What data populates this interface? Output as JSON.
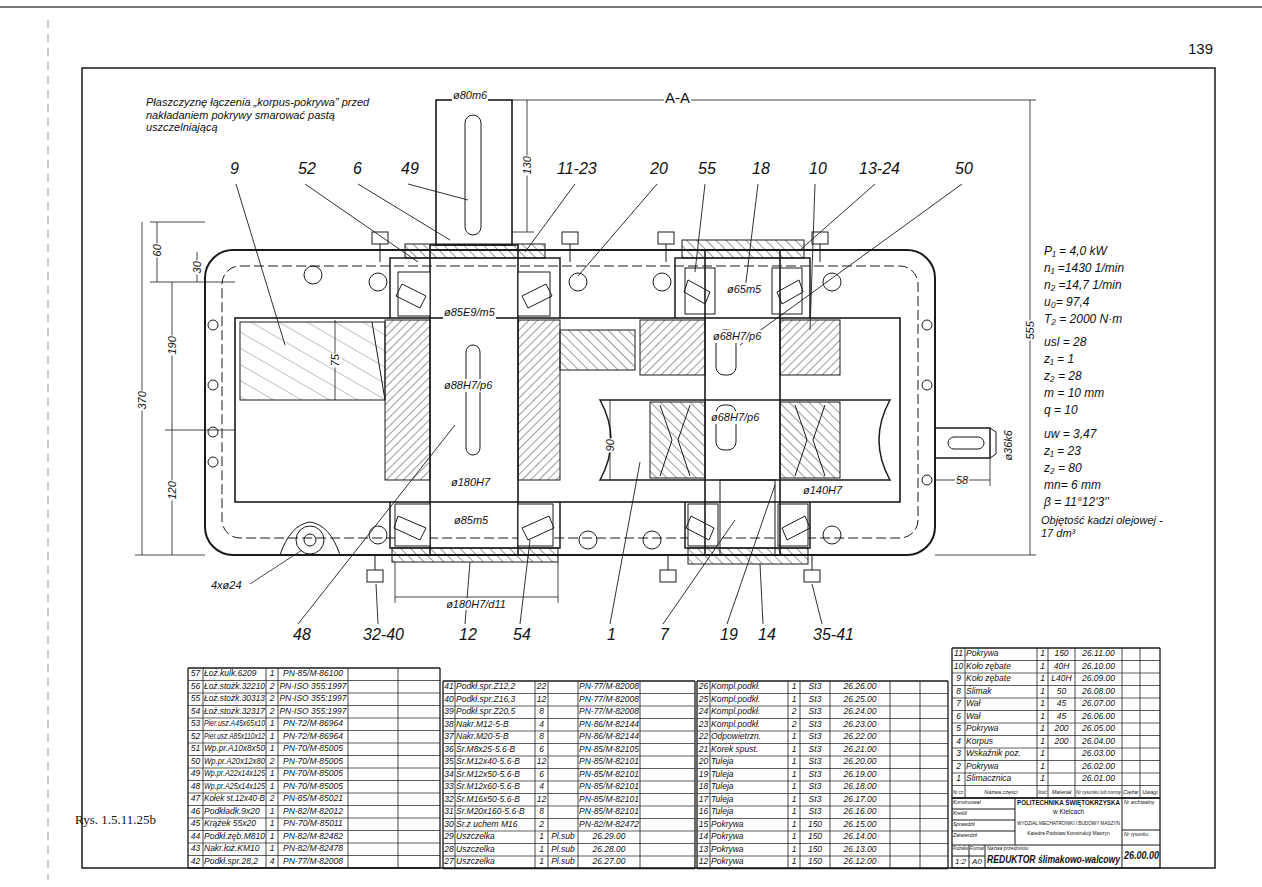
{
  "diagram": {
    "labels": [
      "139",
      "Płaszczyznę łączenia „korpus-pokrywa” przed nakładaniem pokrywy smarować pastą uszczelniającą",
      "A-A",
      "ø80m6",
      "130",
      "9",
      "52",
      "6",
      "49",
      "11-23",
      "20",
      "55",
      "18",
      "10",
      "13-24",
      "50",
      "60",
      "30",
      "190",
      "370",
      "120",
      "75",
      "555",
      "ø85E9/m5",
      "ø65m5",
      "ø68H7/p6",
      "ø88H7/p6",
      "ø68H7/p6",
      "90",
      "ø180H7",
      "ø140H7",
      "ø85m5",
      "58",
      "ø36k6",
      "4xø24",
      "ø180H7/d11",
      "48",
      "32-40",
      "12",
      "54",
      "1",
      "7",
      "19",
      "14",
      "35-41",
      "P₁ = 4,0  kW",
      "n₁ =1430 1/min",
      "n₂ =14,7 1/min",
      "u₀= 97,4",
      "T₂ = 2000 N·m",
      "usl = 28",
      "z₁ = 1",
      "z₂ = 28",
      "m = 10 mm",
      "q = 10",
      "uw = 3,47",
      "z₁ = 23",
      "z₂ = 80",
      "mn= 6 mm",
      "β = 11°12'3''",
      "Objętość kadzi olejowej - 17 dm³",
      "Rys. 1.5.11.25b",
      "57",
      "Łoż.kulk.6209",
      "1",
      "PN-85/M-86100",
      "56",
      "Łoż.stożk.32210",
      "2",
      "PN-ISO 355:1997",
      "55",
      "Łoż.stożk.30313",
      "2",
      "PN-ISO 355:1997",
      "54",
      "Łoż.stożk.32317",
      "2",
      "PN-ISO 355:1997",
      "53",
      "Pier.usz.A45x65x10",
      "1",
      "PN-72/M-86964",
      "52",
      "Pier.usz.A85x110x12",
      "1",
      "PN-72/M-86964",
      "51",
      "Wp.pr.A10x8x50",
      "1",
      "PN-70/M-85005",
      "50",
      "Wp.pr.A20x12x80",
      "2",
      "PN-70/M-85005",
      "49",
      "Wp.pr.A22x14x125",
      "1",
      "PN-70/M-85005",
      "48",
      "Wp.pr.A25x14x125",
      "1",
      "PN-70/M-85005",
      "47",
      "Kołek st.12x40-B",
      "2",
      "PN-85/M-85021",
      "46",
      "Podkładk.9x20",
      "1",
      "PN-82/M-82012",
      "45",
      "Krążek 55x20",
      "1",
      "PN-70/M-85011",
      "44",
      "Podkł.zęb.M810",
      "1",
      "PN-82/M-82482",
      "43",
      "Nakr.łoż.KM10",
      "1",
      "PN-82/M-82478",
      "42",
      "Podkł.spr.28,2",
      "4",
      "PN-77/M-82008",
      "41",
      "Podkł.spr.Z12,2",
      "22",
      "PN-77/M-82008",
      "40",
      "Podkł.spr.Z16,3",
      "12",
      "PN-77/M-82008",
      "39",
      "Podkł.spr.Z20,5",
      "8",
      "PN-77/M-82008",
      "38",
      "Nakr.M12-5-B",
      "4",
      "PN-86/M-82144",
      "37",
      "Nakr.M20-5-B",
      "8",
      "PN-86/M-82144",
      "36",
      "Śr.M8x25-5.6-B",
      "6",
      "PN-85/M-82105",
      "35",
      "Śr.M12x40-5.6-B",
      "12",
      "PN-85/M-82101",
      "34",
      "Śr.M12x50-5.6-B",
      "6",
      "PN-85/M-82101",
      "33",
      "Śr.M12x60-5.6-B",
      "4",
      "PN-85/M-82101",
      "32",
      "Śr.M16x50-5.6-B",
      "12",
      "PN-85/M-82101",
      "31",
      "Śr.M20x160-5.6-B",
      "8",
      "PN-85/M-82101",
      "30",
      "Śr.z uchem M16",
      "2",
      "PN-82/M-82472",
      "29",
      "Uszczelka",
      "1",
      "Pl.sub",
      "26.29.00",
      "28",
      "Uszczelka",
      "1",
      "Pl.sub",
      "26.28.00",
      "27",
      "Uszczelka",
      "1",
      "Pl.sub",
      "26.27.00",
      "26",
      "Kompl.podkł.",
      "1",
      "St3",
      "26.26.00",
      "25",
      "Kompl.podkł.",
      "1",
      "St3",
      "26.25.00",
      "24",
      "Kompl.podkł.",
      "2",
      "St3",
      "26.24.00",
      "23",
      "Kompl.podkł.",
      "2",
      "St3",
      "26.23.00",
      "22",
      "Odpowietrzn.",
      "1",
      "St3",
      "26.22.00",
      "21",
      "Korek spust.",
      "1",
      "St3",
      "26.21.00",
      "20",
      "Tuleja",
      "1",
      "St3",
      "26.20.00",
      "19",
      "Tuleja",
      "1",
      "St3",
      "26.19.00",
      "18",
      "Tuleja",
      "1",
      "St3",
      "26.18.00",
      "17",
      "Tuleja",
      "1",
      "St3",
      "26.17.00",
      "16",
      "Tuleja",
      "1",
      "St3",
      "26.16.00",
      "15",
      "Pokrywa",
      "1",
      "150",
      "26.15.00",
      "14",
      "Pokrywa",
      "1",
      "150",
      "26.14.00",
      "13",
      "Pokrywa",
      "1",
      "150",
      "26.13.00",
      "12",
      "Pokrywa",
      "1",
      "150",
      "26.12.00",
      "11",
      "Pokrywa",
      "1",
      "150",
      "26.11.00",
      "10",
      "Koło zębate",
      "1",
      "40H",
      "26.10.00",
      "9",
      "Koło zębate",
      "1",
      "L40H",
      "26.09.00",
      "8",
      "Ślimak",
      "1",
      "50",
      "26.08.00",
      "7",
      "Wał",
      "1",
      "45",
      "26.07.00",
      "6",
      "Wał",
      "1",
      "45",
      "26.06.00",
      "5",
      "Pokrywa",
      "1",
      "200",
      "26.05.00",
      "4",
      "Korpus",
      "1",
      "200",
      "26.04.00",
      "3",
      "Wskaźnik poz.",
      "1",
      "26.03.00",
      "2",
      "Pokrywa",
      "1",
      "26.02.00",
      "1",
      "Ślimacznica",
      "1",
      "26.01.00",
      "Nr cz.",
      "Nazwa części",
      "Ilość",
      "Materiał",
      "Nr rysunku lub normy",
      "Ciężar",
      "Uwagi",
      "Konstruował",
      "Kreślił",
      "Sprawdził",
      "Zatwierdził",
      "POLITECHNIKA ŚWIĘTOKRZYSKA",
      "w Kielcach",
      "WYDZIAŁ MECHATRONIKI I BUDOWY MASZYN",
      "Katedra Podstaw Konstrukcji Maszyn",
      "Nr archiwalny",
      "Nr rysunku",
      "Podziałka",
      "Format",
      "Nazwa przedmiotu",
      "1:2",
      "A0",
      "REDUKTOR ślimakowo-walcowy",
      "26.00.00"
    ]
  }
}
